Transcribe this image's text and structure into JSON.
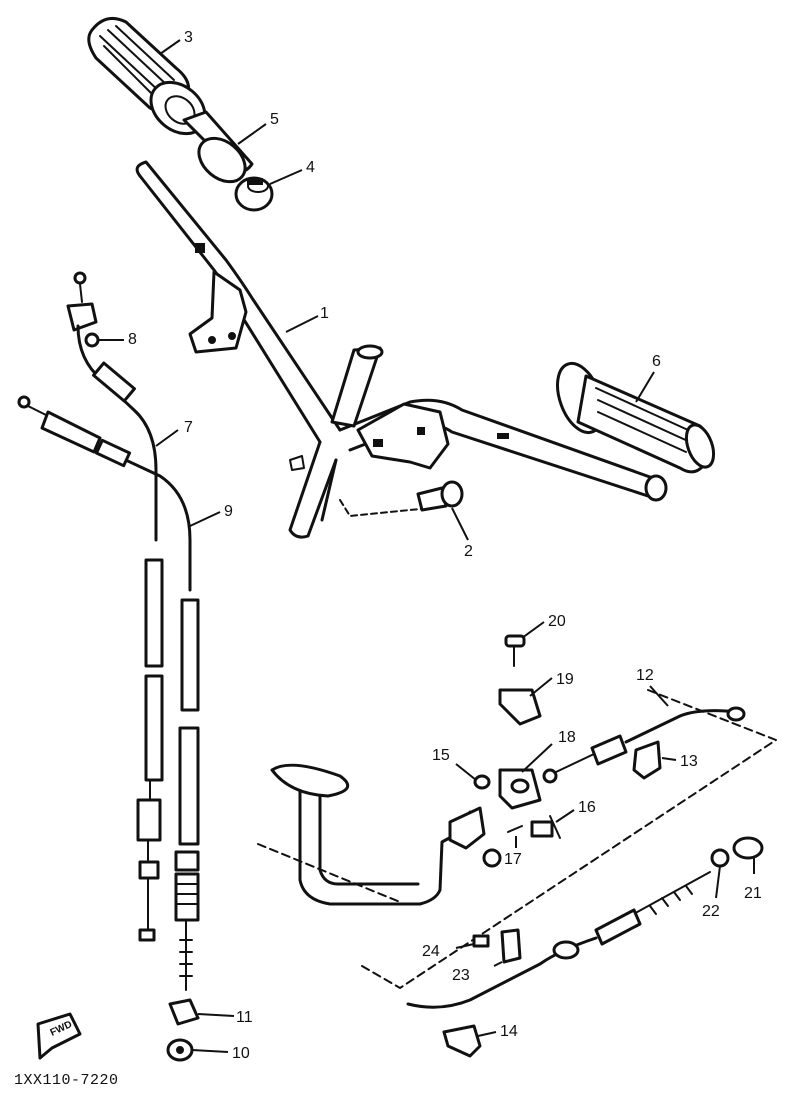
{
  "diagram": {
    "drawing_code": "1XX110-7220",
    "fwd_label": "FWD",
    "parts": [
      {
        "number": "1"
      },
      {
        "number": "2"
      },
      {
        "number": "3"
      },
      {
        "number": "4"
      },
      {
        "number": "5"
      },
      {
        "number": "6"
      },
      {
        "number": "7"
      },
      {
        "number": "8"
      },
      {
        "number": "9"
      },
      {
        "number": "10"
      },
      {
        "number": "11"
      },
      {
        "number": "12"
      },
      {
        "number": "13"
      },
      {
        "number": "14"
      },
      {
        "number": "15"
      },
      {
        "number": "16"
      },
      {
        "number": "17"
      },
      {
        "number": "18"
      },
      {
        "number": "19"
      },
      {
        "number": "20"
      },
      {
        "number": "21"
      },
      {
        "number": "22"
      },
      {
        "number": "23"
      },
      {
        "number": "24"
      }
    ]
  }
}
